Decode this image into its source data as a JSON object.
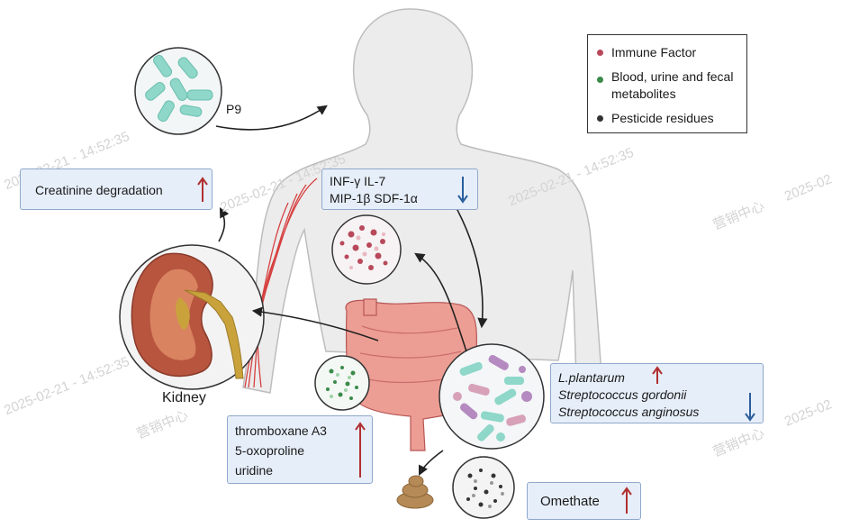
{
  "labels": {
    "p9": "P9",
    "kidney": "Kidney"
  },
  "legend": [
    "Immune Factor",
    "Blood, urine and fecal metabolites",
    "Pesticide residues"
  ],
  "boxes": {
    "creatinine": "Creatinine degradation",
    "immune": [
      "INF-γ  IL-7",
      "MIP-1β  SDF-1α"
    ],
    "bacteria": [
      "L.plantarum",
      "Streptococcus gordonii",
      "Streptococcus anginosus"
    ],
    "metabolites": [
      "thromboxane A3",
      "5-oxoproline",
      "uridine"
    ],
    "omethate": "Omethate"
  },
  "indicators": {
    "creatinine": "up",
    "immune": "down",
    "L.plantarum": "up",
    "streptococci": "down",
    "metabolites": "up",
    "omethate": "up"
  },
  "colors": {
    "immune_dot": "#b8495a",
    "metabolite_dot": "#3a8a4a",
    "pesticide_dot": "#333333",
    "up_arrow": "#b03030",
    "down_arrow": "#2b5d9c",
    "box_fill": "#e6eef9",
    "box_border": "#8fa8cc"
  },
  "watermarks": [
    "2025-02-21 - 14:52:35",
    "2025-02-21 - 14:52:35",
    "2025-02-21 - 14:52:35",
    "2025-02-21 - 14:52:35",
    "2025-02",
    "营销中心",
    "营销中心",
    "营销中心",
    "2025-02"
  ]
}
